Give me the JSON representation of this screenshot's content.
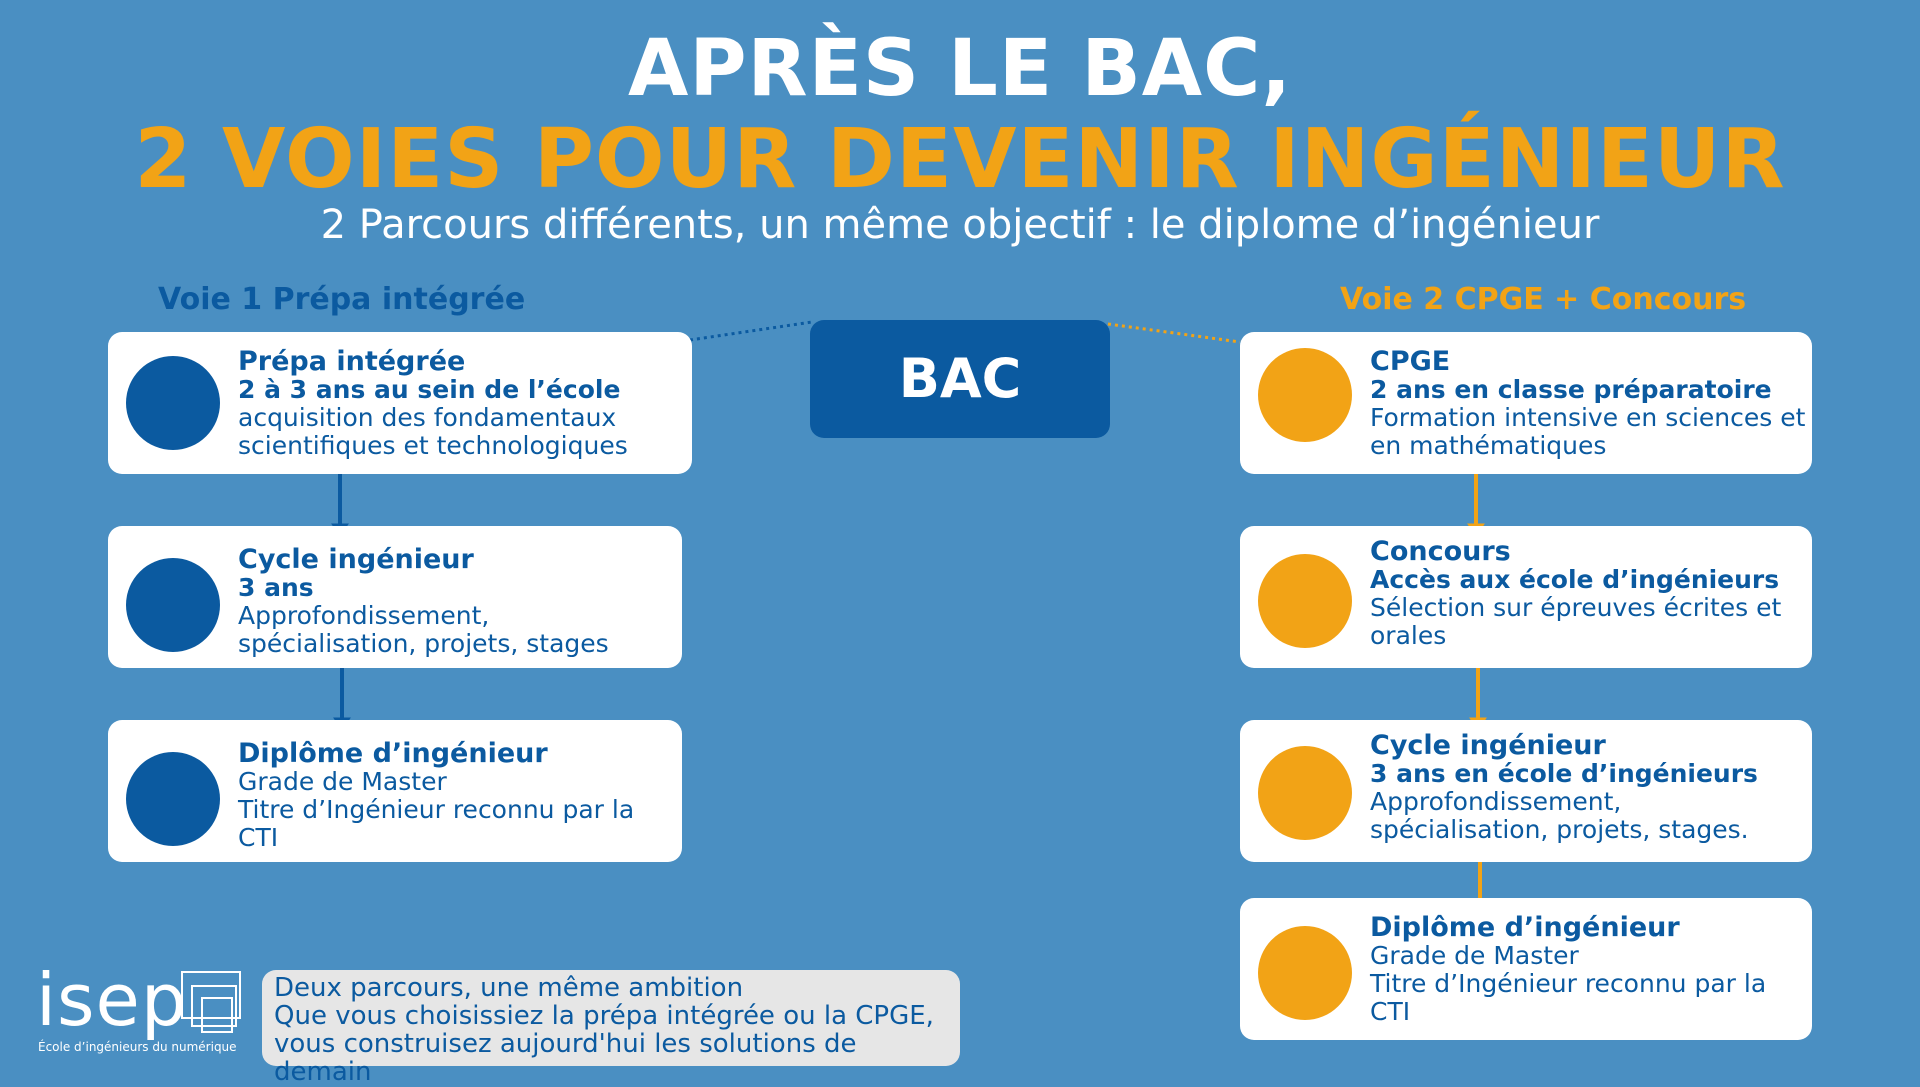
{
  "header": {
    "title_line1": "APRÈS LE BAC,",
    "title_line2": "2 VOIES POUR DEVENIR INGÉNIEUR",
    "subtitle": "2 Parcours différents, un même objectif : le diplome d’ingénieur"
  },
  "center": {
    "bac_label": "BAC"
  },
  "voie1": {
    "label": "Voie 1 Prépa intégrée",
    "color": "#0b5aa0",
    "steps": [
      {
        "title": "Prépa intégrée",
        "subtitle": "2 à 3 ans au sein de l’école",
        "desc": "acquisition des fondamentaux\nscientifiques et technologiques"
      },
      {
        "title": "Cycle ingénieur",
        "subtitle": "3 ans",
        "desc": "Approfondissement,\nspécialisation, projets, stages"
      },
      {
        "title": "Diplôme d’ingénieur",
        "subtitle": "",
        "desc": "Grade de Master\nTitre d’Ingénieur reconnu par la\nCTI"
      }
    ]
  },
  "voie2": {
    "label": "Voie 2 CPGE + Concours",
    "color": "#f2a316",
    "steps": [
      {
        "title": "CPGE",
        "subtitle": "2 ans en classe préparatoire",
        "desc": "Formation intensive en sciences et\nen mathématiques"
      },
      {
        "title": "Concours",
        "subtitle": "Accès aux école d’ingénieurs",
        "desc": "Sélection sur épreuves écrites et\norales"
      },
      {
        "title": "Cycle ingénieur",
        "subtitle": "3 ans en école d’ingénieurs",
        "desc": "Approfondissement,\nspécialisation, projets, stages."
      },
      {
        "title": "Diplôme d’ingénieur",
        "subtitle": "",
        "desc": "Grade de Master\nTitre d’Ingénieur reconnu par la\nCTI"
      }
    ]
  },
  "footer": {
    "logo_text": "isep",
    "logo_subtitle": "École d’ingénieurs du numérique",
    "ambition_lines": [
      "Deux parcours, une même ambition",
      "Que vous choisissiez la prépa intégrée ou la CPGE,",
      "vous construisez aujourd'hui les solutions de demain"
    ]
  }
}
